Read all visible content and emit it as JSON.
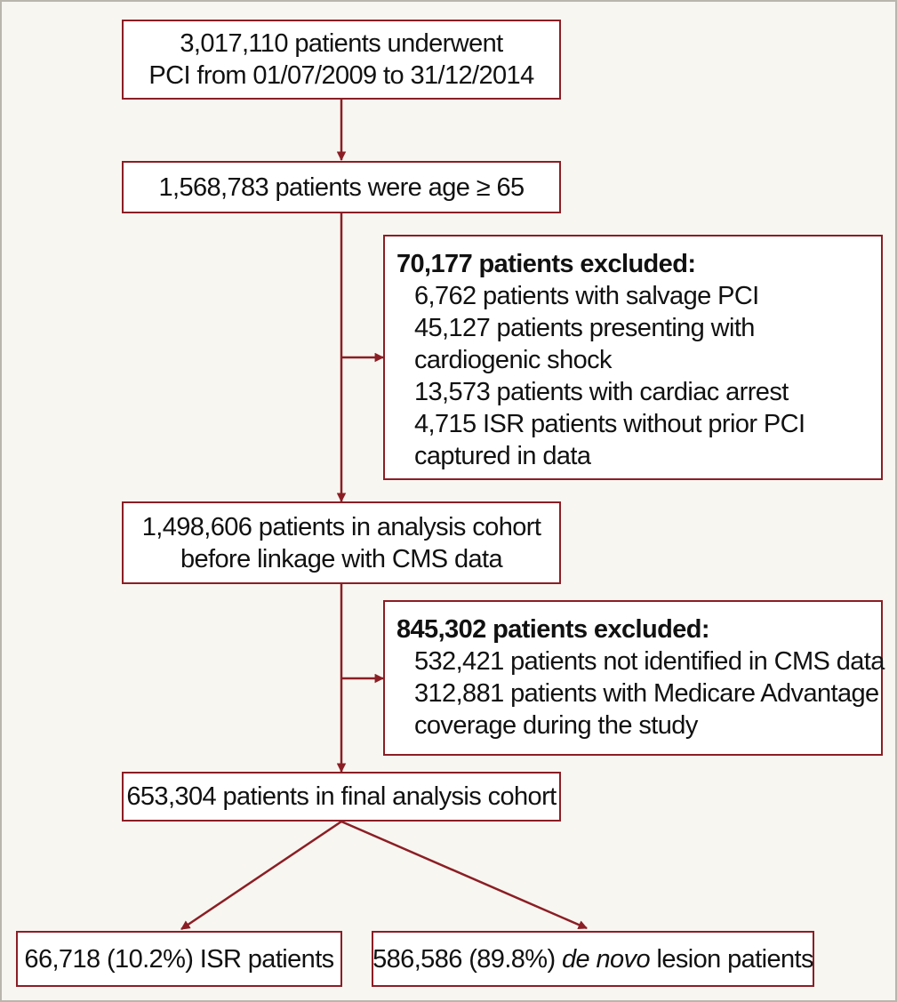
{
  "nodes": {
    "start": {
      "lines": [
        "3,017,110 patients underwent",
        "PCI from 01/07/2009 to 31/12/2014"
      ]
    },
    "age": {
      "lines": [
        "1,568,783 patients were age ≥ 65"
      ]
    },
    "exclusion1": {
      "heading": "70,177 patients excluded:",
      "items": [
        "6,762 patients with salvage PCI",
        "45,127 patients presenting with",
        "cardiogenic shock",
        "13,573 patients with cardiac arrest",
        "4,715 ISR patients without prior PCI",
        "captured in data"
      ]
    },
    "analysis": {
      "lines": [
        "1,498,606 patients in analysis cohort",
        "before linkage with CMS data"
      ]
    },
    "exclusion2": {
      "heading": "845,302 patients excluded:",
      "items": [
        "532,421 patients not identified in CMS data",
        "312,881 patients with Medicare Advantage",
        "coverage during the study"
      ]
    },
    "final": {
      "lines": [
        "653,304 patients in final analysis cohort"
      ]
    },
    "isr": {
      "text": "66,718 (10.2%) ISR patients"
    },
    "denovo": {
      "prefix": "586,586 (89.8%) ",
      "italic": "de novo",
      "suffix": " lesion patients"
    }
  },
  "colors": {
    "accent": "#8b1e25",
    "background": "#f8f6f0",
    "box": "#ffffff",
    "frame": "#b9b6ad"
  }
}
